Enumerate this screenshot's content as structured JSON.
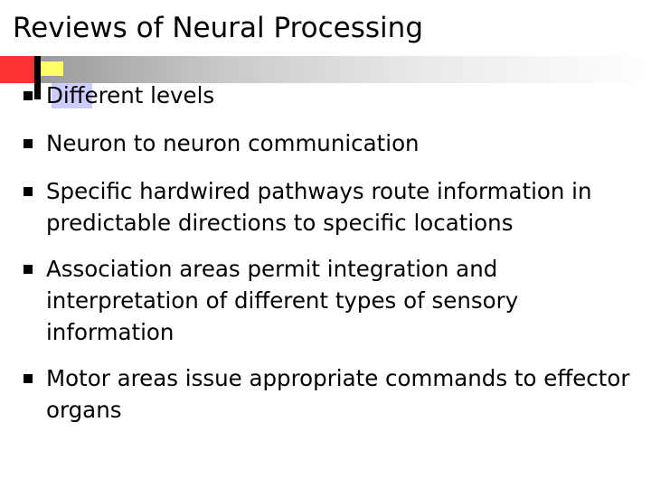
{
  "slide": {
    "title": "Reviews of Neural Processing",
    "bullets": [
      {
        "text": "Different levels"
      },
      {
        "text": "Neuron to neuron communication"
      },
      {
        "text": "Specific hardwired pathways route information in predictable directions to specific locations"
      },
      {
        "text": "Association areas permit integration and interpretation of different types of sensory information"
      },
      {
        "text": "Motor areas issue appropriate commands to effector organs"
      }
    ],
    "decoration": {
      "red_block": "#ff3333",
      "yellow_block": "#ffff66",
      "lavender_highlight": "#ccccff",
      "black_bar": "#000000",
      "gradient_band_start": "#9a9a9a",
      "gradient_band_end": "#ffffff"
    },
    "bullet_marker_icon": "square-bullet-icon"
  }
}
